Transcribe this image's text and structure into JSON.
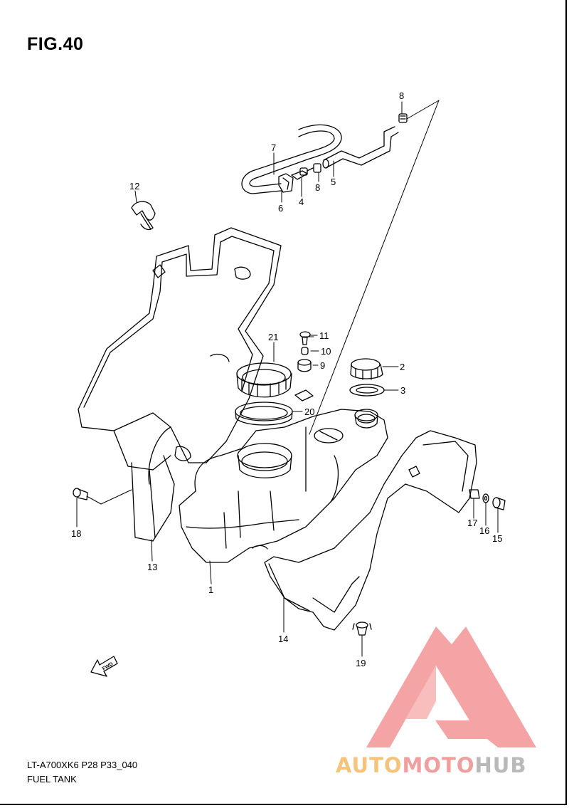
{
  "figure": {
    "title": "FIG.40"
  },
  "footer": {
    "model_code": "LT-A700XK6 P28 P33_040",
    "section_name": "FUEL TANK"
  },
  "fwd_label": "FWD",
  "watermark": {
    "part1": "AUTO",
    "part2": "MOTO",
    "part3": "HUB",
    "colors": [
      "#f6c37a",
      "#f19e9e",
      "#b9b9b9",
      "#f39a9a"
    ]
  },
  "callouts": [
    {
      "id": "c1",
      "label": "1"
    },
    {
      "id": "c2",
      "label": "2"
    },
    {
      "id": "c3",
      "label": "3"
    },
    {
      "id": "c4",
      "label": "4"
    },
    {
      "id": "c5",
      "label": "5"
    },
    {
      "id": "c6",
      "label": "6"
    },
    {
      "id": "c7",
      "label": "7"
    },
    {
      "id": "c8a",
      "label": "8"
    },
    {
      "id": "c8b",
      "label": "8"
    },
    {
      "id": "c9",
      "label": "9"
    },
    {
      "id": "c10",
      "label": "10"
    },
    {
      "id": "c11",
      "label": "11"
    },
    {
      "id": "c12",
      "label": "12"
    },
    {
      "id": "c13",
      "label": "13"
    },
    {
      "id": "c14",
      "label": "14"
    },
    {
      "id": "c15",
      "label": "15"
    },
    {
      "id": "c16",
      "label": "16"
    },
    {
      "id": "c17",
      "label": "17"
    },
    {
      "id": "c18",
      "label": "18"
    },
    {
      "id": "c19",
      "label": "19"
    },
    {
      "id": "c20",
      "label": "20"
    },
    {
      "id": "c21",
      "label": "21"
    }
  ]
}
